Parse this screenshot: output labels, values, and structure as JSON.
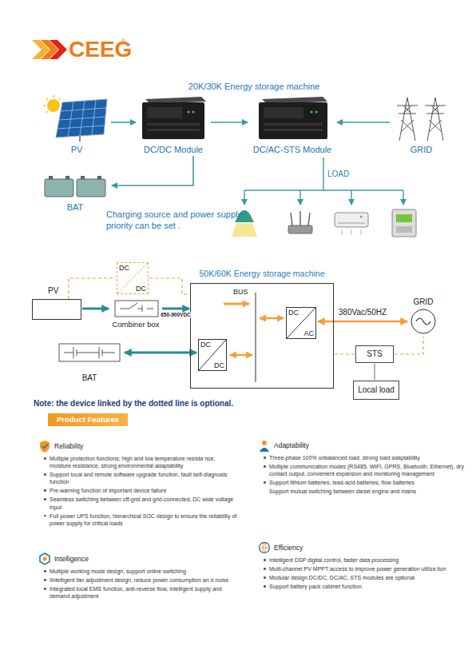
{
  "diagram": {
    "nodes": [
      {
        "text": [
          "PV"
        ]
      },
      {
        "text": [
          "DC/DC Module"
        ]
      },
      {
        "text": [
          "DC/AC-STS Module"
        ]
      },
      {
        "text": [
          "GRID"
        ]
      },
      {
        "text": [
          "BAT"
        ]
      },
      {
        "text": [
          "50K/60K Energy storage machine"
        ]
      },
      {
        "text": [
          "DC",
          "DC"
        ]
      },
      {
        "text": [
          "PV"
        ]
      },
      {
        "text": [
          "Combiner box"
        ]
      },
      {
        "text": [
          "DC",
          "AC"
        ],
        "in": 5
      },
      {
        "text": [
          "DC",
          "DC"
        ],
        "in": 5
      },
      {
        "text": [
          "GRID"
        ]
      },
      {
        "text": [
          "BAT"
        ]
      },
      {
        "text": [
          "STS"
        ]
      },
      {
        "text": [
          "Local load"
        ]
      },
      {
        "text": [
          "Product Features"
        ]
      }
    ],
    "edges": [
      {
        "from": 0,
        "to": 1,
        "arrow": "to"
      },
      {
        "from": 1,
        "to": 2,
        "arrow": "to"
      },
      {
        "from": 3,
        "to": 2,
        "arrow": "to"
      },
      {
        "from": 1,
        "to": 4,
        "arrow": "to"
      },
      {
        "from": 7,
        "to": 8,
        "arrow": "to"
      },
      {
        "from": 8,
        "to": 5,
        "arrow": "to",
        "label": "650-900VDC"
      },
      {
        "from": 7,
        "to": 6,
        "arrow": "none"
      },
      {
        "from": 6,
        "to": 5,
        "arrow": "none"
      },
      {
        "from": 12,
        "to": 10,
        "arrow": "both"
      },
      {
        "from": 9,
        "to": 11,
        "arrow": "both",
        "label": "380Vac/50HZ"
      },
      {
        "from": 5,
        "to": 13,
        "arrow": "none"
      },
      {
        "from": 13,
        "to": 11,
        "arrow": "none"
      },
      {
        "from": 13,
        "to": 14,
        "arrow": "none"
      }
    ],
    "labels": [
      "CEEG",
      "®",
      "20K/30K Energy storage machine",
      "LOAD",
      "Charging source and power supply priority can be set .",
      "BUS",
      "Note: the device linked by the dotted line is optional.",
      "Reliability",
      "Multiple protection functions; high and low temperature resista nce, moisture resistance, strong environmental adaptability",
      "Support local and remote software upgrade function, fault self-diagnosis function",
      "Pre-warning function of important device failure",
      "Seamless switching between off-grid and grid-connected, DC wide voltage input",
      "Full power UPS function, hierarchical SOC design to ensure the reliability of power supply for critical loads",
      "Intelligence",
      "Multiple working mode design, support online switching",
      "Ilntelligent fan adjustment design, reduce power consumption an d noise",
      "Integrated local EMS function, anti-reverse flow, intelligent supply and demand adjustment",
      "Adaptability",
      "Three-phase 100% unbalanced load, strong load adaptability",
      "Multiple communication modes (RS485, WIFI, GPRS, Bluetooth, Ethernet), dry contact output, convenient expansion and monitoring management",
      "Support lithium batteries, lead-acid batteries, flow batteries",
      "Support mutual switching between diesel engine and mains",
      "Efficiency",
      "Intelligent DSP digital control, faster data processing",
      "Multi-channel PV MPPT access to improve power generation utiliza tion",
      "Modular design DC/DC, DC/AC, STS modules are optional",
      "Support battery pack cabinet function"
    ]
  }
}
